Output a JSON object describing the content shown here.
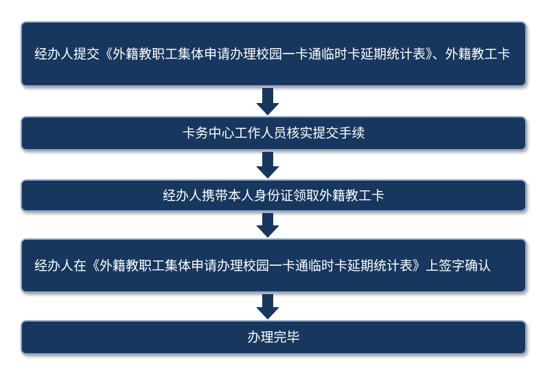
{
  "steps": [
    {
      "text": "经办人提交《外籍教职工集体申请办理校园一卡通临时卡延期统计表》、外籍教工卡"
    },
    {
      "text": "卡务中心工作人员核实提交手续"
    },
    {
      "text": "经办人携带本人身份证领取外籍教工卡"
    },
    {
      "text": "经办人在《外籍教职工集体申请办理校园一卡通临时卡延期统计表》上签字确认"
    },
    {
      "text": "办理完毕"
    }
  ],
  "colors": {
    "box_fill": "#17375e",
    "box_border": "#8fa3c3",
    "arrow_fill": "#17375e",
    "text": "#ffffff"
  }
}
